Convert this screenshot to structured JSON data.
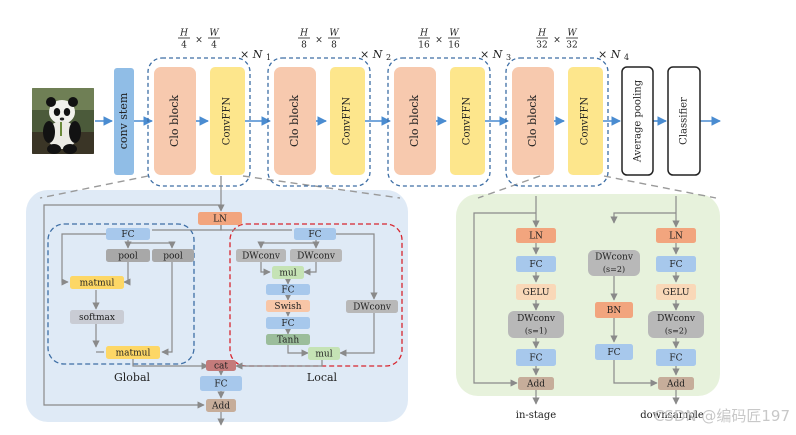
{
  "diagram": {
    "conv_stem": "conv stem",
    "stages": [
      {
        "block": "Clo block",
        "ffn": "ConvFFN",
        "frac_num": "H",
        "frac_den1": "4",
        "frac_num2": "W",
        "frac_den2": "4",
        "repeat": "× N",
        "repeat_sub": "1"
      },
      {
        "block": "Clo block",
        "ffn": "ConvFFN",
        "frac_num": "H",
        "frac_den1": "8",
        "frac_num2": "W",
        "frac_den2": "8",
        "repeat": "× N",
        "repeat_sub": "2"
      },
      {
        "block": "Clo block",
        "ffn": "ConvFFN",
        "frac_num": "H",
        "frac_den1": "16",
        "frac_num2": "W",
        "frac_den2": "16",
        "repeat": "× N",
        "repeat_sub": "3"
      },
      {
        "block": "Clo block",
        "ffn": "ConvFFN",
        "frac_num": "H",
        "frac_den1": "32",
        "frac_num2": "W",
        "frac_den2": "32",
        "repeat": "× N",
        "repeat_sub": "4"
      }
    ],
    "times": "×",
    "average_pooling": "Average pooling",
    "classifier": "Classifier",
    "clo_detail": {
      "ln": "LN",
      "global": {
        "fc": "FC",
        "pool1": "pool",
        "pool2": "pool",
        "matmul1": "matmul",
        "softmax": "softmax",
        "matmul2": "matmul",
        "caption": "Global"
      },
      "local": {
        "fc": "FC",
        "dwconv1": "DWconv",
        "dwconv2": "DWconv",
        "dwconv3": "DWconv",
        "mul1": "mul",
        "fc2": "FC",
        "swish": "Swish",
        "fc3": "FC",
        "tanh": "Tanh",
        "mul2": "mul",
        "caption": "Local"
      },
      "cat": "cat",
      "fc": "FC",
      "add": "Add"
    },
    "ffn_detail": {
      "in_stage": {
        "ln": "LN",
        "fc1": "FC",
        "gelu": "GELU",
        "dwconv": "DWconv",
        "dwconv_s": "(s=1)",
        "fc2": "FC",
        "add": "Add",
        "caption": "in-stage"
      },
      "downsample": {
        "dwconv": "DWconv",
        "dwconv_s": "(s=2)",
        "bn": "BN",
        "fc": "FC",
        "ln": "LN",
        "fc1": "FC",
        "gelu": "GELU",
        "dwconv2": "DWconv",
        "dwconv2_s": "(s=2)",
        "fc2": "FC",
        "add": "Add",
        "caption": "downsample"
      }
    },
    "watermark": "CSDN @编码匠197",
    "colors": {
      "clo_block": "#f7c9ae",
      "ffn": "#fde68c",
      "stem": "#90bde6",
      "fc": "#a7c8ec",
      "ln": "#f2a57e",
      "pool": "#a8a8a8",
      "matmul": "#fdd766",
      "softmax": "#c9ccd4",
      "swish": "#f8c6a7",
      "tanh": "#9bbd9b",
      "mul": "#c5e3b5",
      "cat": "#c47b7b",
      "add": "#c6ad9a",
      "gelu": "#f9d8b8",
      "dwconv": "#b8b8b8",
      "left_panel": "#dfeaf6",
      "right_panel": "#e7f2dc"
    }
  }
}
